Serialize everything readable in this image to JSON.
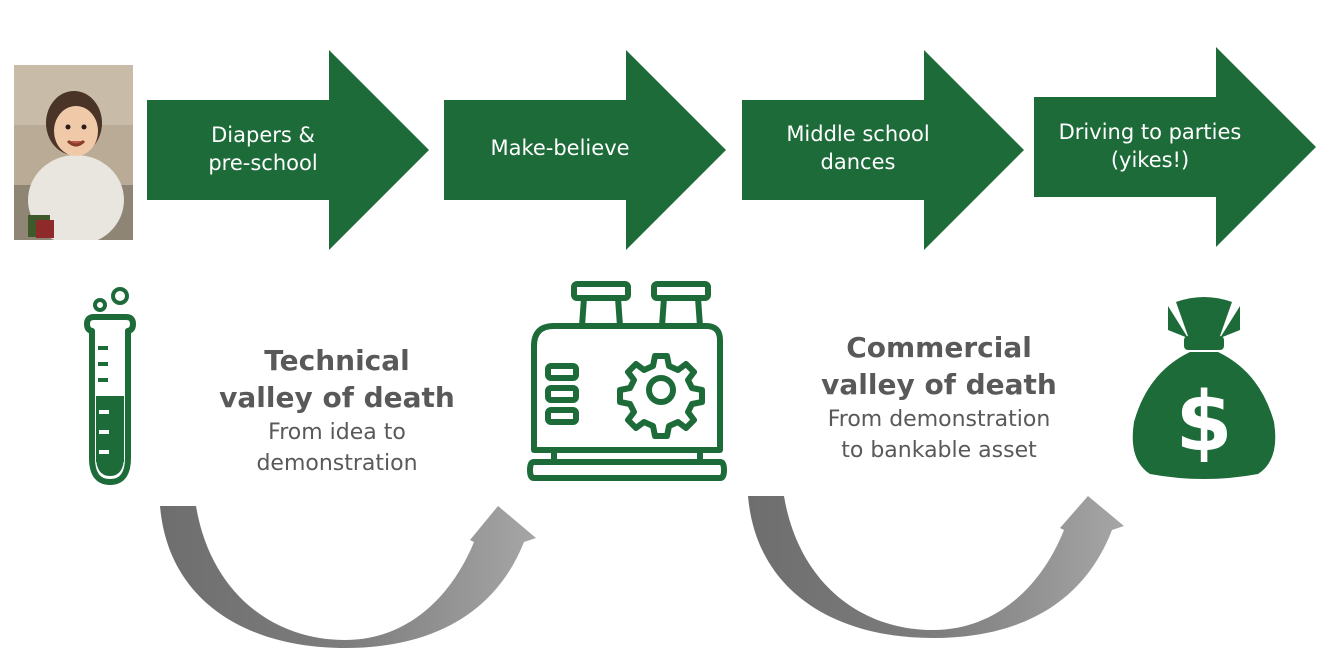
{
  "colors": {
    "green": "#1e6b3a",
    "gray": "#7a7a7a",
    "text": "#595959"
  },
  "photo": {
    "icon": "baby-photo"
  },
  "stages": [
    {
      "label_line1": "Diapers &",
      "label_line2": "pre-school"
    },
    {
      "label_line1": "Make-believe",
      "label_line2": ""
    },
    {
      "label_line1": "Middle school",
      "label_line2": "dances"
    },
    {
      "label_line1": "Driving to parties",
      "label_line2": "(yikes!)"
    }
  ],
  "icons": [
    "test-tube-icon",
    "generator-machine-icon",
    "money-bag-icon"
  ],
  "valleys": [
    {
      "title_line1": "Technical",
      "title_line2": "valley of death",
      "sub_line1": "From idea to",
      "sub_line2": "demonstration"
    },
    {
      "title_line1": "Commercial",
      "title_line2": "valley of death",
      "sub_line1": "From demonstration",
      "sub_line2": "to bankable asset"
    }
  ],
  "money_symbol": "$"
}
